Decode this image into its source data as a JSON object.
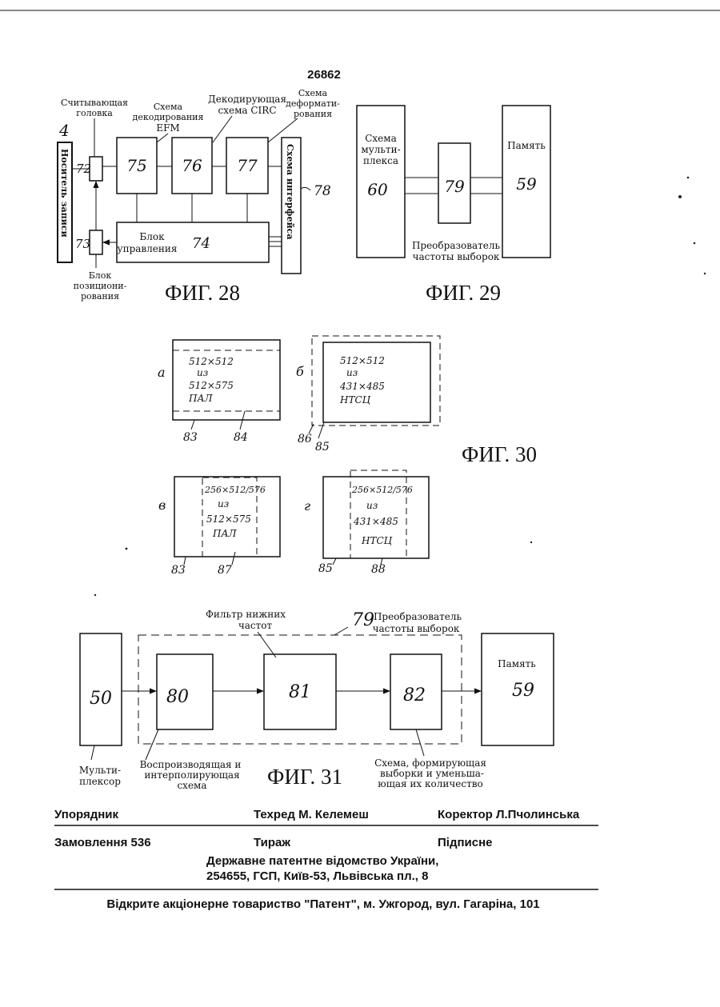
{
  "page_number": "26862",
  "fig28": {
    "caption": "ФИГ. 28",
    "head_label": [
      "Считывающая",
      "головка"
    ],
    "efm_label": [
      "Схема",
      "декодирования",
      "EFM"
    ],
    "circ_label": [
      "Декодирующая",
      "схема CIRC"
    ],
    "deform_label": [
      "Схема",
      "деформати-",
      "рования"
    ],
    "carrier_ref": "4",
    "carrier_text": "Носитель записи",
    "ref_72": "72",
    "ref_73": "73",
    "ref_75": "75",
    "ref_76": "76",
    "ref_77": "77",
    "ref_78": "78",
    "ref_74": "74",
    "control_label": [
      "Блок",
      "управления"
    ],
    "interface_text": "Схема интерфейса",
    "positioning_label": [
      "Блок",
      "позициони-",
      "рования"
    ]
  },
  "fig29": {
    "caption": "ФИГ. 29",
    "mux_label": [
      "Схема",
      "мульти-",
      "плекса"
    ],
    "ref_60": "60",
    "ref_79": "79",
    "memory_label": "Память",
    "ref_59": "59",
    "converter_label": [
      "Преобразователь",
      "частоты выборок"
    ]
  },
  "fig30": {
    "caption": "ФИГ. 30",
    "a": {
      "letter": "а",
      "lines": [
        "512×512",
        "из",
        "512×575",
        "ПАЛ"
      ],
      "ref_a": "83",
      "ref_b": "84"
    },
    "b": {
      "letter": "б",
      "lines": [
        "512×512",
        "из",
        "431×485",
        "НТСЦ"
      ],
      "ref_a": "86",
      "ref_b": "85"
    },
    "c": {
      "letter": "в",
      "lines": [
        "256×512/576",
        "из",
        "512×575",
        "ПАЛ"
      ],
      "ref_a": "83",
      "ref_b": "87"
    },
    "d": {
      "letter": "г",
      "lines": [
        "256×512/576",
        "из",
        "431×485",
        "НТСЦ"
      ],
      "ref_a": "85",
      "ref_b": "88"
    }
  },
  "fig31": {
    "caption": "ФИГ. 31",
    "ref_50": "50",
    "mux_label": [
      "Мульти-",
      "плексор"
    ],
    "lpf_label": [
      "Фильтр нижних",
      "частот"
    ],
    "ref_79": "79",
    "converter_label": [
      "Преобразователь",
      "частоты выборок"
    ],
    "ref_80": "80",
    "ref_81": "81",
    "ref_82": "82",
    "interp_label": [
      "Воспроизводящая и",
      "интерполирующая",
      "схема"
    ],
    "sample_label": [
      "Схема, формирующая",
      "выборки и уменьша-",
      "ющая их количество"
    ],
    "memory_label": "Память",
    "ref_59": "59"
  },
  "imprint": {
    "compiler": "Упорядник",
    "techred": "Техред М. Келемеш",
    "corrector": "Коректор Л.Пчолинська",
    "order": "Замовлення 536",
    "circulation": "Тираж",
    "subscription": "Підписне",
    "office_line1": "Державне патентне відомство України,",
    "office_line2": "254655, ГСП, Київ-53, Львівська пл., 8",
    "printer": "Відкрите акціонерне товариство \"Патент\", м. Ужгород, вул. Гагаріна, 101"
  }
}
